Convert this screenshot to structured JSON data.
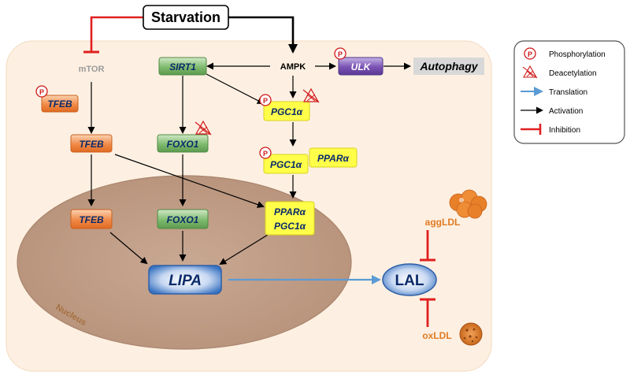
{
  "trigger": {
    "label": "Starvation"
  },
  "cytoplasm_nodes": {
    "mtor": "mTOR",
    "ampk": "AMPK",
    "sirt1": "SIRT1",
    "ulk": "ULK",
    "autophagy": "Autophagy",
    "tfeb_p": "TFEB",
    "tfeb": "TFEB",
    "foxo1": "FOXO1",
    "pgc1a": "PGC1α",
    "pgc1a_pair": "PGC1α",
    "ppara_pair": "PPARα"
  },
  "nucleus": {
    "label": "Nucleus",
    "tfeb": "TFEB",
    "foxo1": "FOXO1",
    "ppara": "PPARα",
    "pgc1a": "PGC1α",
    "lipa": "LIPA"
  },
  "lysosome": {
    "lal": "LAL",
    "aggldl": "aggLDL",
    "oxldl": "oxLDL"
  },
  "marker_letter": "P",
  "legend": {
    "items": [
      {
        "label": "Phosphorylation",
        "icon": "phosphorylation-icon"
      },
      {
        "label": "Deacetylation",
        "icon": "deacetylation-icon"
      },
      {
        "label": "Translation",
        "icon": "translation-arrow-icon"
      },
      {
        "label": "Activation",
        "icon": "activation-arrow-icon"
      },
      {
        "label": "Inhibition",
        "icon": "inhibition-icon"
      }
    ]
  },
  "colors": {
    "cell": "#fdf0e2",
    "nucleus": "#c2a08a",
    "tfeb": "#f08a48",
    "foxo_sirt": "#6aaa5e",
    "pgc_ppar": "#ffff4a",
    "ulk": "#7a52b4",
    "lipa_lal": "#3a74c2",
    "translation": "#5b9bd5",
    "inhibition": "#e02020",
    "ldl": "#e8802a",
    "phospho": "#d01818"
  }
}
